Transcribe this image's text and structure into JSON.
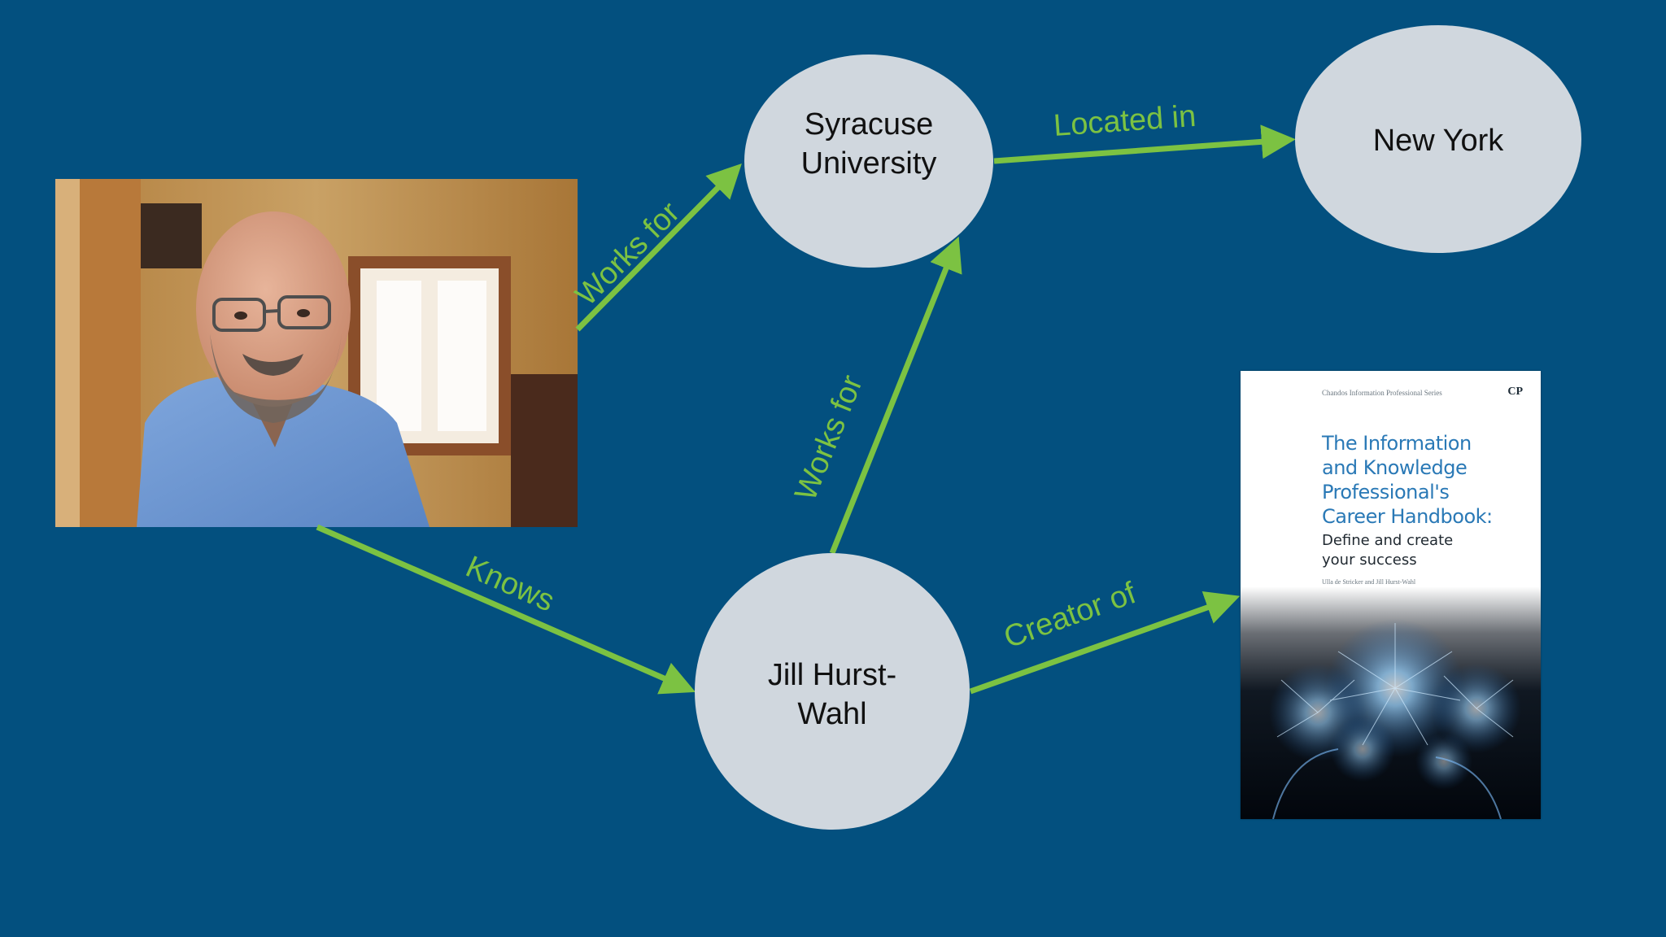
{
  "nodes": {
    "syracuse": {
      "line1": "Syracuse",
      "line2": "University"
    },
    "new_york": {
      "label": "New York"
    },
    "jill": {
      "line1": "Jill Hurst-",
      "line2": "Wahl"
    }
  },
  "edges": {
    "photo_to_syracuse": "Works for",
    "syracuse_to_new_york": "Located in",
    "jill_to_syracuse": "Works for",
    "photo_to_jill": "Knows",
    "jill_to_book": "Creator of"
  },
  "book": {
    "series": "Chandos Information Professional Series",
    "logo": "CP",
    "title": "The Information\nand Knowledge\nProfessional's\nCareer Handbook:",
    "subtitle": "Define and create\nyour success",
    "authors": "Ulla de Stricker and Jill Hurst-Wahl"
  },
  "colors": {
    "background": "#03507f",
    "node_fill": "#d0d7de",
    "edge": "#7cc242",
    "book_title": "#2a79b6"
  }
}
